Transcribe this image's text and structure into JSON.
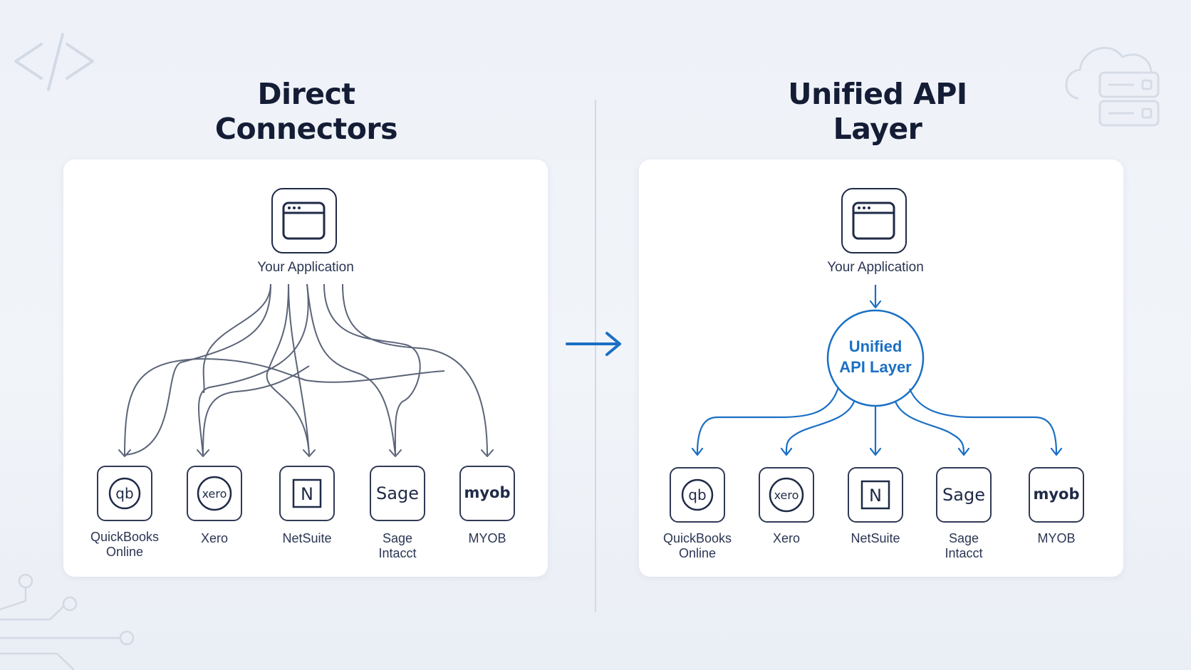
{
  "colors": {
    "accent": "#1a6fc4",
    "ink": "#1f2a47",
    "background": "#eef2f8"
  },
  "left_panel": {
    "title_line1": "Direct",
    "title_line2": "Connectors",
    "app_icon": "app-window-icon",
    "app_label": "Your Application",
    "nodes": [
      {
        "line1": "QuickBooks",
        "line2": "Online",
        "logo": "qb",
        "icon": "quickbooks-logo-icon"
      },
      {
        "line1": "Xero",
        "line2": "",
        "logo": "xero",
        "icon": "xero-logo-icon"
      },
      {
        "line1": "NetSuite",
        "line2": "",
        "logo": "N",
        "icon": "netsuite-logo-icon"
      },
      {
        "line1": "Sage",
        "line2": "Intacct",
        "logo": "Sage",
        "icon": "sage-logo-icon"
      },
      {
        "line1": "MYOB",
        "line2": "",
        "logo": "myob",
        "icon": "myob-logo-icon"
      }
    ]
  },
  "right_panel": {
    "title_line1": "Unified API",
    "title_line2": "Layer",
    "app_icon": "app-window-icon",
    "app_label": "Your Application",
    "hub_line1": "Unified",
    "hub_line2": "API Layer",
    "nodes": [
      {
        "line1": "QuickBooks",
        "line2": "Online",
        "logo": "qb",
        "icon": "quickbooks-logo-icon"
      },
      {
        "line1": "Xero",
        "line2": "",
        "logo": "xero",
        "icon": "xero-logo-icon"
      },
      {
        "line1": "NetSuite",
        "line2": "",
        "logo": "N",
        "icon": "netsuite-logo-icon"
      },
      {
        "line1": "Sage",
        "line2": "Intacct",
        "logo": "Sage",
        "icon": "sage-logo-icon"
      },
      {
        "line1": "MYOB",
        "line2": "",
        "logo": "myob",
        "icon": "myob-logo-icon"
      }
    ]
  },
  "middle_arrow_icon": "right-arrow-icon",
  "decorations": [
    "code-brackets-icon",
    "cloud-server-icon",
    "circuit-lines-icon"
  ]
}
